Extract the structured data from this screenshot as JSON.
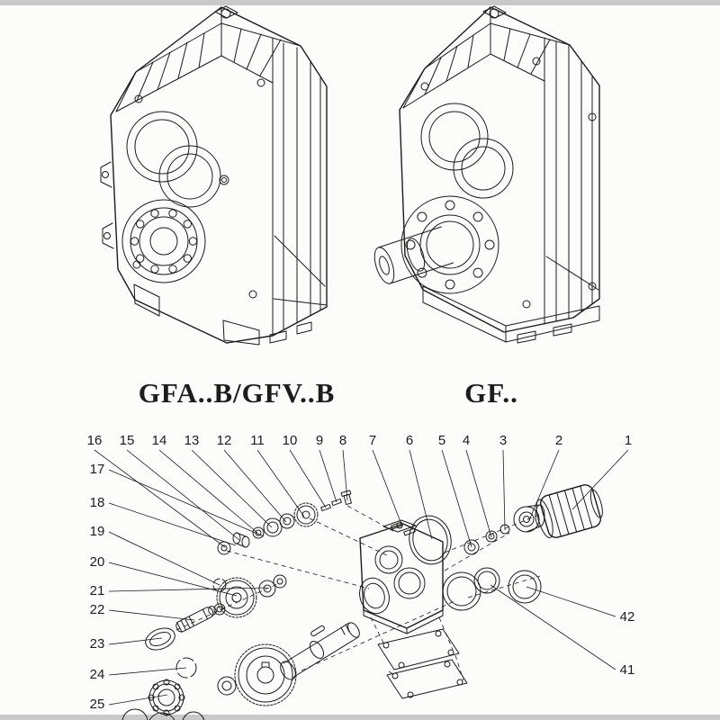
{
  "colors": {
    "ink": "#1c1c1c",
    "background": "#fcfcfb",
    "letterbox": "#c9c9c9"
  },
  "models": {
    "left_label": "GFA..B/GFV..B",
    "right_label": "GF.."
  },
  "exploded_view": {
    "callouts_top": [
      "16",
      "15",
      "14",
      "13",
      "12",
      "11",
      "10",
      "9",
      "8",
      "7",
      "6",
      "5",
      "4",
      "3",
      "2",
      "1"
    ],
    "callouts_left": [
      "17",
      "18",
      "19",
      "20",
      "21",
      "22",
      "23",
      "24",
      "25"
    ],
    "callouts_right": [
      "42",
      "41"
    ]
  }
}
